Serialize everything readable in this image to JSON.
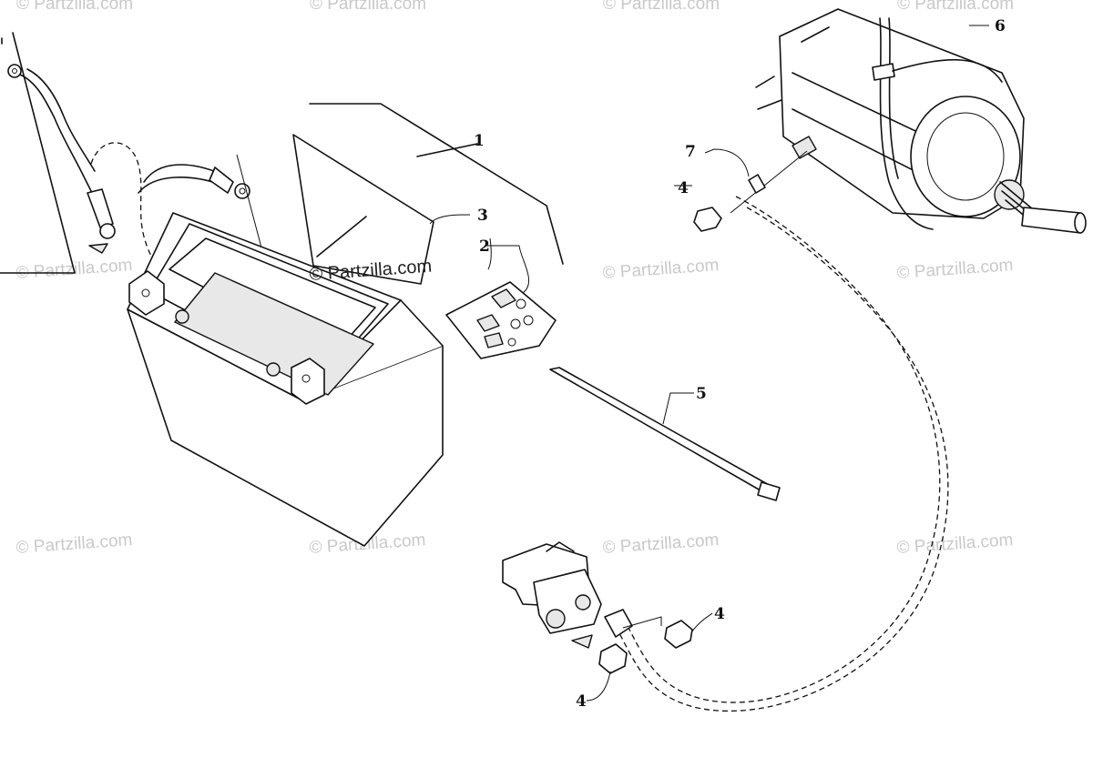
{
  "watermark": {
    "main": "© Partzilla.com",
    "repeat": "© Partzilla.com"
  },
  "callouts": {
    "c1": "1",
    "c2": "2",
    "c3": "3",
    "c4a": "4",
    "c4b": "4",
    "c4c": "4",
    "c5": "5",
    "c6": "6",
    "c7": "7"
  }
}
